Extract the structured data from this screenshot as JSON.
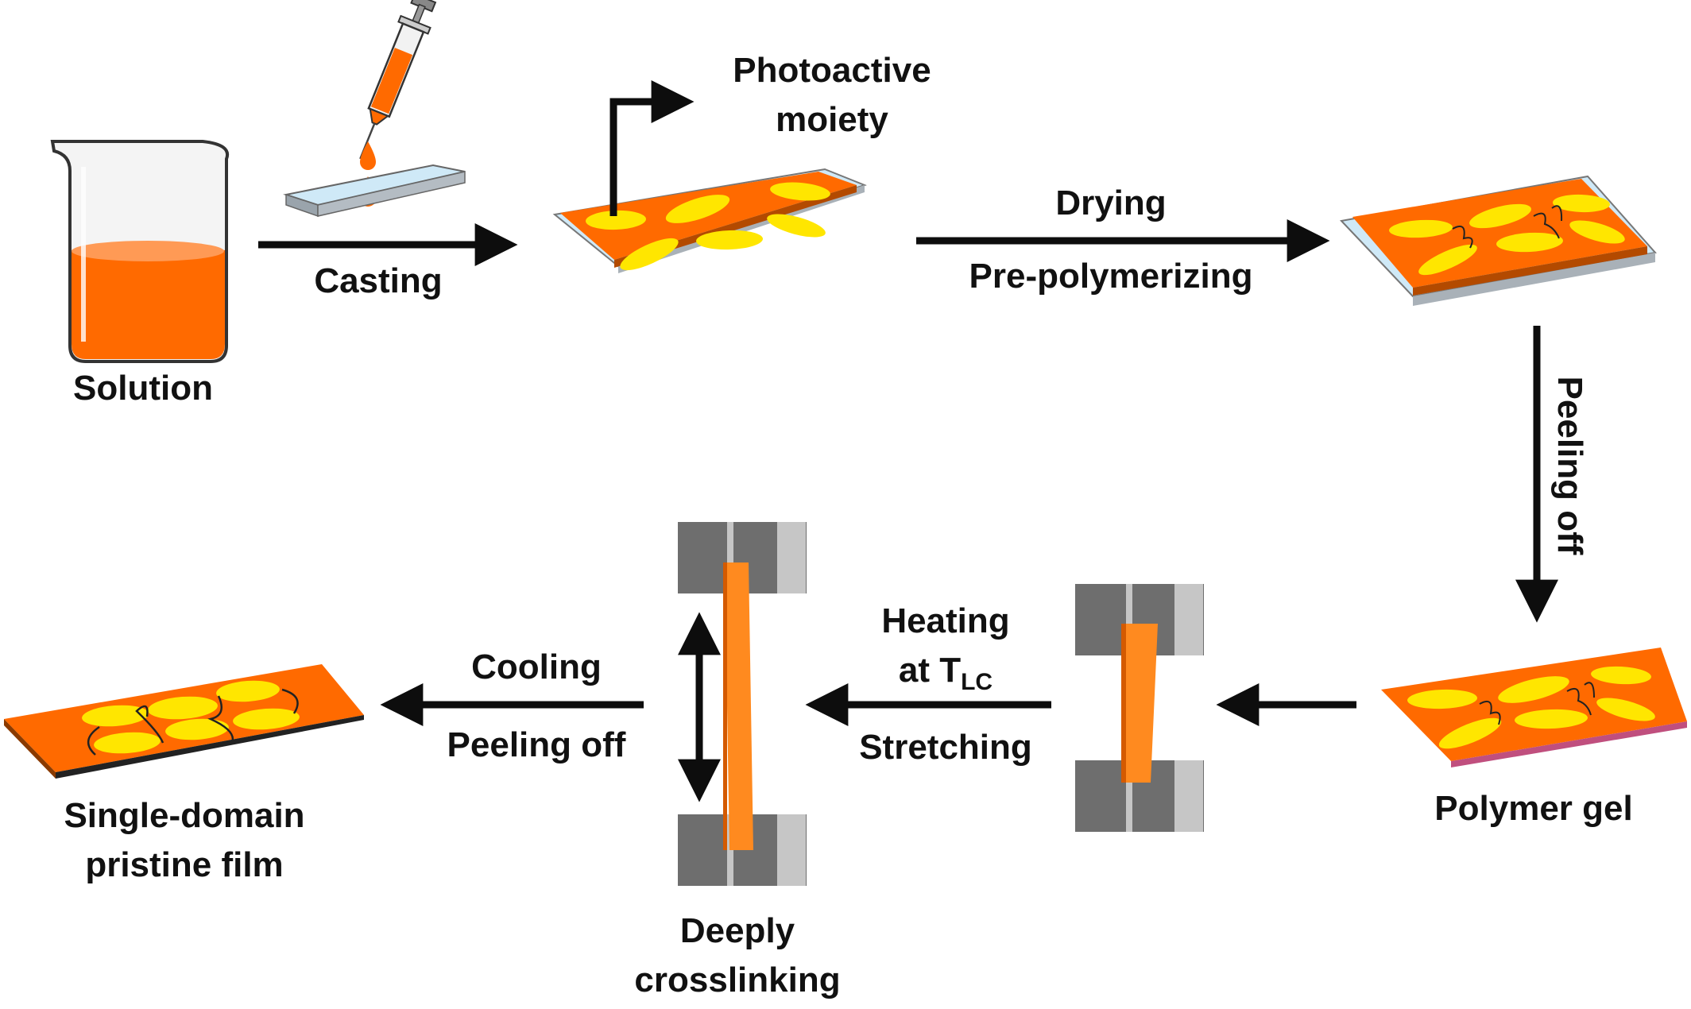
{
  "labels": {
    "solution": "Solution",
    "casting": "Casting",
    "photoactive_line1": "Photoactive",
    "photoactive_line2": "moiety",
    "drying": "Drying",
    "prepolymerizing": "Pre-polymerizing",
    "peeling_off_vertical": "Peeling off",
    "polymer_gel": "Polymer gel",
    "heating_line1": "Heating",
    "heating_at": "at T",
    "heating_sub": "LC",
    "stretching": "Stretching",
    "deeply_line1": "Deeply",
    "deeply_line2": "crosslinking",
    "cooling": "Cooling",
    "peeling_off": "Peeling off",
    "single_line1": "Single-domain",
    "single_line2": "pristine film"
  },
  "colors": {
    "film_orange": "#ff6a00",
    "stretched_orange": "#ff8a1f",
    "mesogen_yellow": "#ffe600",
    "glass_blue": "#cfe9f7",
    "clamp_gray": "#6e6e6e",
    "clamp_light": "#c6c6c6",
    "arrow_black": "#0d0d0d"
  }
}
